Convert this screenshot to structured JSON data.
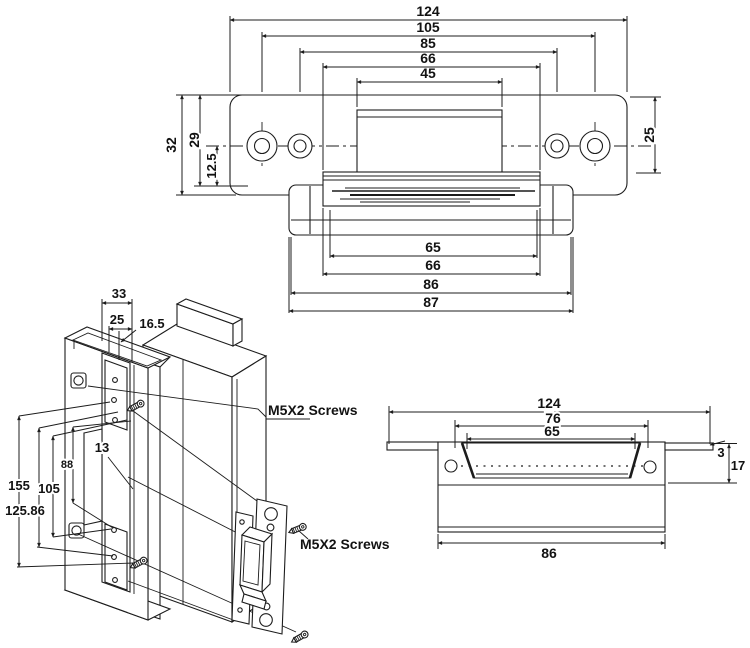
{
  "colors": {
    "ink": "#1c1c1c",
    "paper": "#ffffff"
  },
  "front_view": {
    "dim_124": "124",
    "dim_105": "105",
    "dim_85": "85",
    "dim_66_top": "66",
    "dim_45": "45",
    "dim_65": "65",
    "dim_66_bottom": "66",
    "dim_86": "86",
    "dim_87": "87",
    "dim_32": "32",
    "dim_29": "29",
    "dim_12_5": "12.5",
    "dim_25": "25"
  },
  "iso_view": {
    "dim_33": "33",
    "dim_25": "25",
    "dim_16_5": "16.5",
    "dim_13": "13",
    "dim_88": "88",
    "dim_105": "105",
    "dim_125_86": "125.86",
    "dim_155": "155",
    "screw_label_top": "M5X2 Screws",
    "screw_label_bottom": "M5X2 Screws"
  },
  "side_view": {
    "dim_124": "124",
    "dim_76": "76",
    "dim_65": "65",
    "dim_3": "3",
    "dim_17": "17",
    "dim_86": "86"
  }
}
